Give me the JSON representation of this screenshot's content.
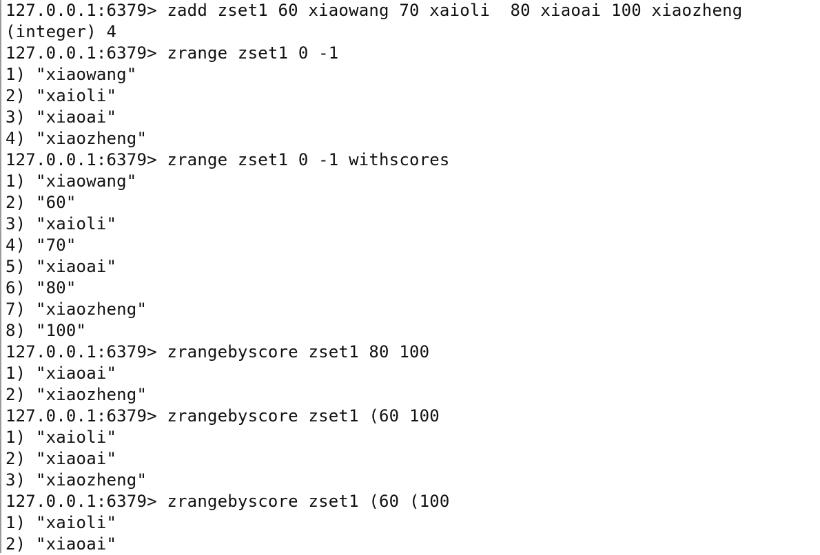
{
  "terminal": {
    "lines": [
      "127.0.0.1:6379> zadd zset1 60 xiaowang 70 xaioli  80 xiaoai 100 xiaozheng",
      "(integer) 4",
      "127.0.0.1:6379> zrange zset1 0 -1",
      "1) \"xiaowang\"",
      "2) \"xaioli\"",
      "3) \"xiaoai\"",
      "4) \"xiaozheng\"",
      "127.0.0.1:6379> zrange zset1 0 -1 withscores",
      "1) \"xiaowang\"",
      "2) \"60\"",
      "3) \"xaioli\"",
      "4) \"70\"",
      "5) \"xiaoai\"",
      "6) \"80\"",
      "7) \"xiaozheng\"",
      "8) \"100\"",
      "127.0.0.1:6379> zrangebyscore zset1 80 100",
      "1) \"xiaoai\"",
      "2) \"xiaozheng\"",
      "127.0.0.1:6379> zrangebyscore zset1 (60 100",
      "1) \"xaioli\"",
      "2) \"xiaoai\"",
      "3) \"xiaozheng\"",
      "127.0.0.1:6379> zrangebyscore zset1 (60 (100",
      "1) \"xaioli\"",
      "2) \"xiaoai\""
    ]
  }
}
